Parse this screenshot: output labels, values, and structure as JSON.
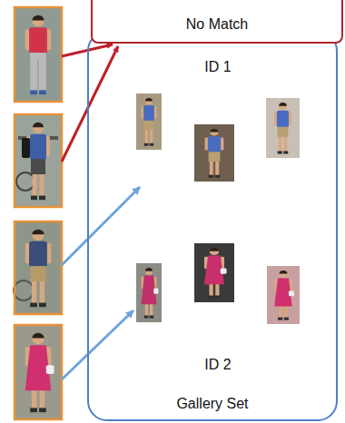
{
  "diagram": {
    "nodes": [
      {
        "text": [
          "No Match"
        ]
      },
      {
        "text": [
          "Gallery Set"
        ]
      },
      {
        "text": [
          "ID 1"
        ],
        "in": 1
      },
      {
        "text": [
          "ID 2"
        ],
        "in": 1
      }
    ]
  }
}
